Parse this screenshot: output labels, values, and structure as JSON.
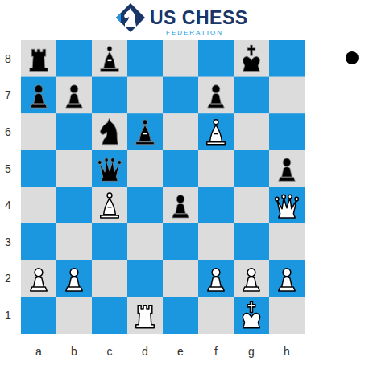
{
  "diagram": {
    "labels": [
      "US CHESS",
      "FEDERATION",
      "8",
      "7",
      "6",
      "5",
      "4",
      "3",
      "2",
      "1",
      "a",
      "b",
      "c",
      "d",
      "e",
      "f",
      "g",
      "h"
    ]
  }
}
